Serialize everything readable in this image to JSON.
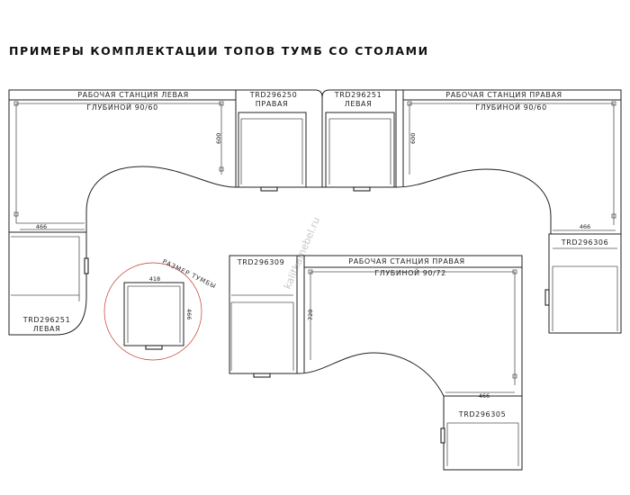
{
  "title": "ПРИМЕРЫ КОМПЛЕКТАЦИИ ТОПОВ ТУМБ СО СТОЛАМИ",
  "watermark": "kalitkamebel.ru",
  "set1": {
    "station": "РАБОЧАЯ СТАНЦИЯ ЛЕВАЯ",
    "depth": "ГЛУБИНОЙ 90/60",
    "top_right_code": "TRD296250",
    "top_right_side": "ПРАВАЯ",
    "dim_600": "600",
    "dim_466": "466",
    "bottom_code": "TRD296251",
    "bottom_side": "ЛЕВАЯ"
  },
  "set2": {
    "station": "РАБОЧАЯ СТАНЦИЯ ПРАВАЯ",
    "depth": "ГЛУБИНОЙ 90/60",
    "top_left_code": "TRD296251",
    "top_left_side": "ЛЕВАЯ",
    "dim_600": "600",
    "dim_466": "466",
    "bottom_code": "TRD296306"
  },
  "set3": {
    "station": "РАБОЧАЯ СТАНЦИЯ ПРАВАЯ",
    "depth": "ГЛУБИНОЙ 90/72",
    "left_code": "TRD296309",
    "dim_720": "720",
    "dim_466": "466",
    "bottom_code": "TRD296305"
  },
  "cabinet_size": {
    "label": "РАЗМЕР ТУМБЫ",
    "width": "418",
    "depth": "466"
  }
}
